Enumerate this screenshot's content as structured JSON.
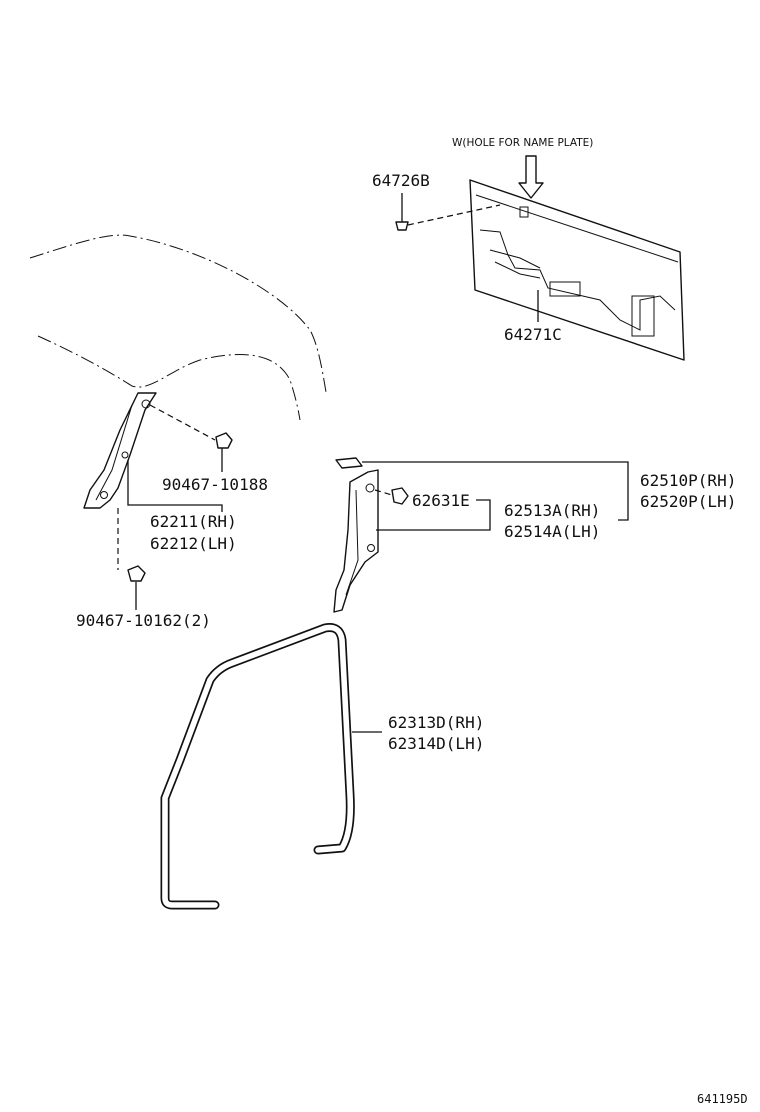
{
  "note": "W(HOLE FOR NAME PLATE)",
  "parts": {
    "p64726B": "64726B",
    "p64271C": "64271C",
    "p90467_10188": "90467-10188",
    "p62211": "62211(RH)",
    "p62212": "62212(LH)",
    "p90467_10162": "90467-10162(2)",
    "p62510P": "62510P(RH)",
    "p62520P": "62520P(LH)",
    "p62631E": "62631E",
    "p62513A": "62513A(RH)",
    "p62514A": "62514A(LH)",
    "p62313D": "62313D(RH)",
    "p62314D": "62314D(LH)"
  },
  "figure_ref": "641195D"
}
